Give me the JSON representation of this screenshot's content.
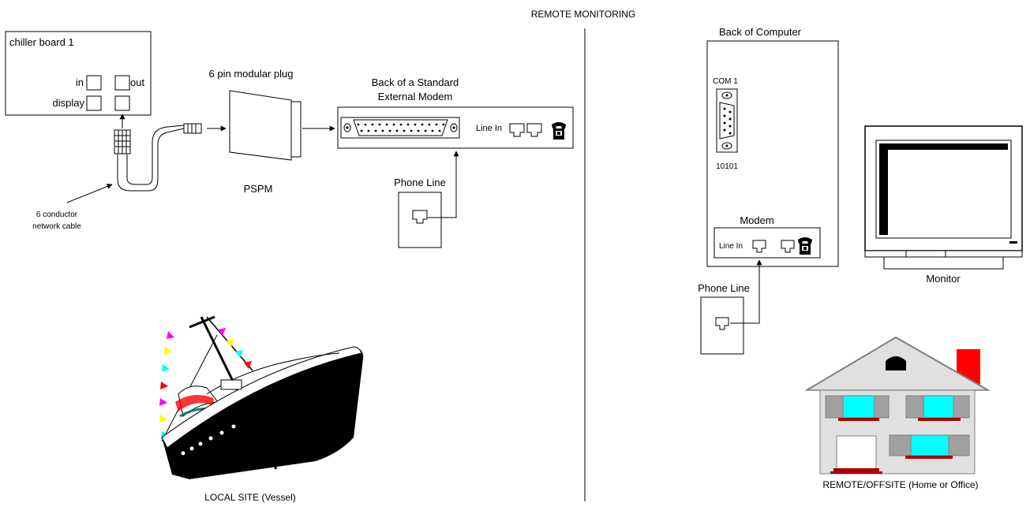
{
  "title": "REMOTE MONITORING",
  "local": {
    "board_title": "chiller board 1",
    "port_in": "in",
    "port_out": "out",
    "port_display": "display",
    "cable_label_1": "6 conductor",
    "cable_label_2": "network cable",
    "plug_label": "6 pin modular plug",
    "pspm_label": "PSPM",
    "modem_title_1": "Back of a Standard",
    "modem_title_2": "External Modem",
    "modem_line_in": "Line In",
    "phone_line": "Phone Line",
    "site_label": "LOCAL SITE (Vessel)"
  },
  "remote": {
    "computer_title": "Back of Computer",
    "com_label": "COM 1",
    "com_bits": "10101",
    "modem_label": "Modem",
    "modem_line_in": "Line In",
    "phone_line": "Phone Line",
    "monitor_label": "Monitor",
    "site_label": "REMOTE/OFFSITE (Home or Office)"
  },
  "colors": {
    "screen_cyan": "#00ffff",
    "chimney_red": "#ff0000",
    "sill_red": "#aa0000",
    "house_gray": "#e0e0e0",
    "shutter_gray": "#a0a0a0",
    "flag_colors": [
      "#ff00ff",
      "#ffff00",
      "#00ffff",
      "#ff0000",
      "#008080"
    ]
  }
}
